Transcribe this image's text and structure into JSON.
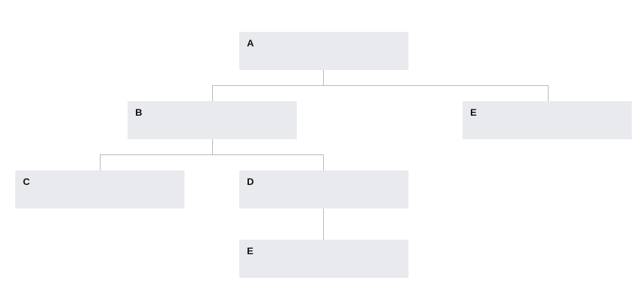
{
  "diagram": {
    "type": "org-chart-tree",
    "background": "#ffffff",
    "colors": {
      "node_fill": "#e9eaee",
      "connector": "#b5b5b5",
      "label": "#111111"
    },
    "nodes": [
      {
        "id": "A",
        "label": "A",
        "level": 0
      },
      {
        "id": "B",
        "label": "B",
        "level": 1
      },
      {
        "id": "E_right",
        "label": "E",
        "level": 1
      },
      {
        "id": "C",
        "label": "C",
        "level": 2
      },
      {
        "id": "D",
        "label": "D",
        "level": 2
      },
      {
        "id": "E_bottom",
        "label": "E",
        "level": 3
      }
    ],
    "edges": [
      {
        "from": "A",
        "to": "B"
      },
      {
        "from": "A",
        "to": "E_right"
      },
      {
        "from": "B",
        "to": "C"
      },
      {
        "from": "B",
        "to": "D"
      },
      {
        "from": "D",
        "to": "E_bottom"
      }
    ]
  }
}
